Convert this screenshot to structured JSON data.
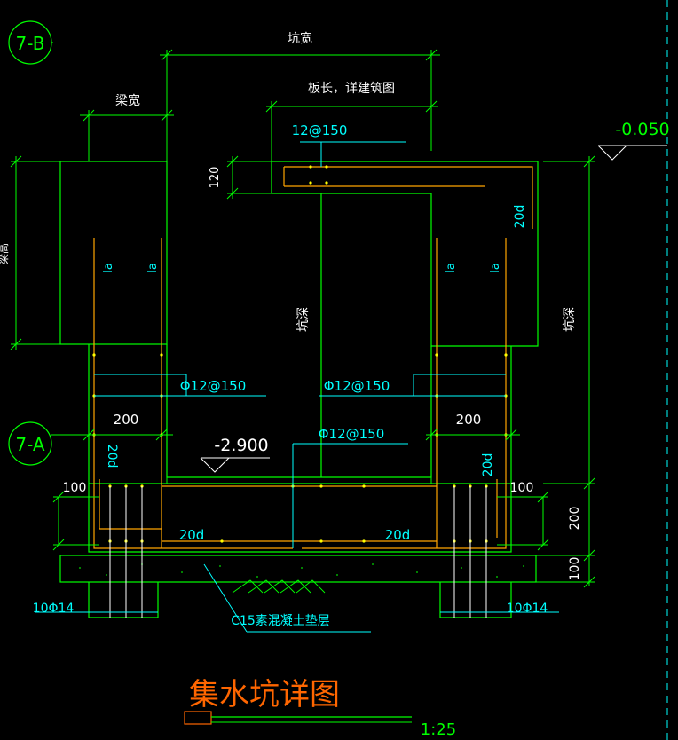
{
  "drawing": {
    "title": "集水坑详图",
    "scale": "1:25",
    "colors": {
      "background": "#000000",
      "outline": "#00ff00",
      "rebar": "#ffa500",
      "annotation": "#00ffff",
      "title": "#ff6600",
      "concrete": "#00ff00",
      "dim_text": "#ffffff"
    }
  },
  "axis_bubbles": {
    "top": "7-B",
    "bottom": "7-A"
  },
  "dimensions": {
    "pit_width": "坑宽",
    "beam_width": "梁宽",
    "slab_length": "板长，详建筑图",
    "slab_thickness": "120",
    "beam_height": "梁高",
    "pit_depth_center": "坑深",
    "pit_depth_right": "坑深",
    "side_200_left": "200",
    "side_200_right": "200",
    "side_100_left": "100",
    "side_100_right": "100",
    "bottom_200": "200",
    "bottom_100": "100"
  },
  "elevations": {
    "top": "-0.050",
    "bottom": "-2.900"
  },
  "rebar_labels": {
    "slab_top": "12@150",
    "left_wall": "Φ12@150",
    "right_wall": "Φ12@150",
    "bottom": "Φ12@150",
    "left_anchor": "10Φ14",
    "right_anchor": "10Φ14",
    "anchor_20d_top_right": "20d",
    "anchor_20d_left_vert": "20d",
    "anchor_20d_right_vert": "20d",
    "anchor_20d_bottom_left": "20d",
    "anchor_20d_bottom_right": "20d",
    "la_1": "la",
    "la_2": "la",
    "la_3": "la",
    "la_4": "la"
  },
  "cushion_label": "C15素混凝土垫层"
}
